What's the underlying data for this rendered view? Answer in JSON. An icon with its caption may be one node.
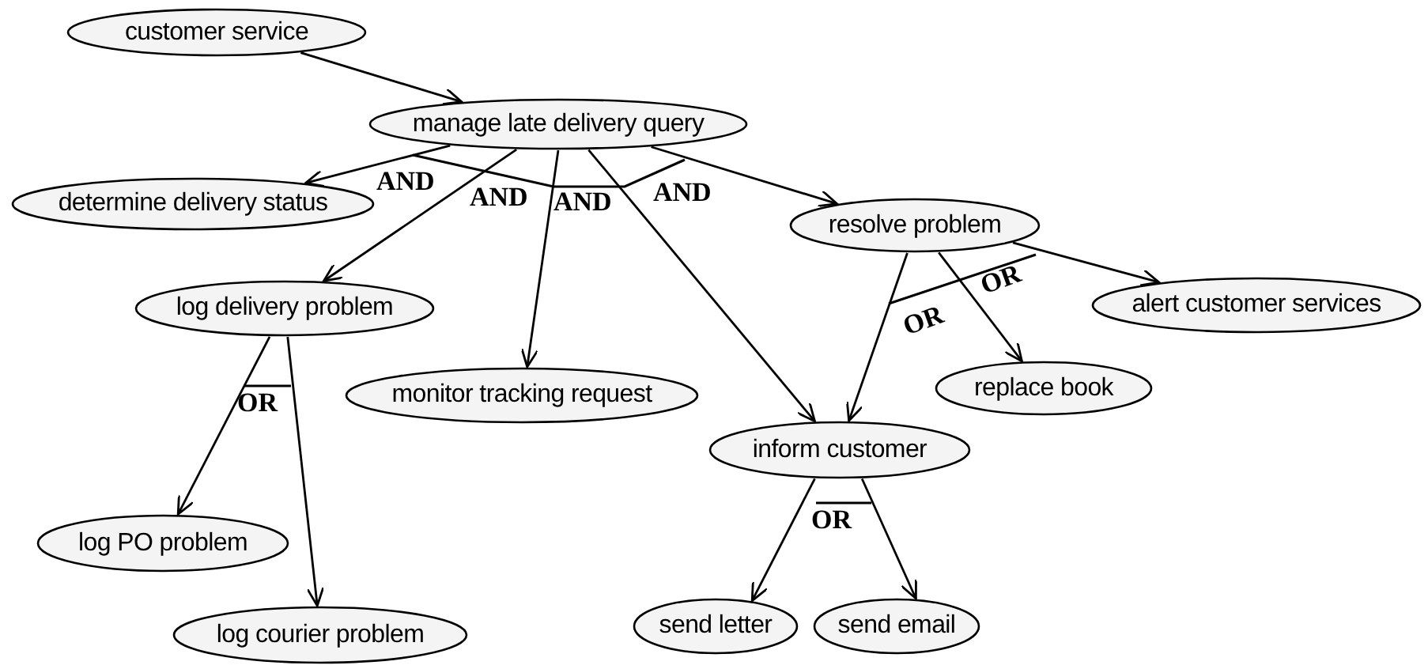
{
  "diagram": {
    "nodes": [
      {
        "text": [
          "customer service"
        ]
      },
      {
        "text": [
          "manage late delivery query"
        ]
      },
      {
        "text": [
          "determine delivery status"
        ]
      },
      {
        "text": [
          "log delivery problem"
        ]
      },
      {
        "text": [
          "monitor tracking request"
        ]
      },
      {
        "text": [
          "resolve problem"
        ]
      },
      {
        "text": [
          "alert customer services"
        ]
      },
      {
        "text": [
          "replace book"
        ]
      },
      {
        "text": [
          "inform customer"
        ]
      },
      {
        "text": [
          "log PO problem"
        ]
      },
      {
        "text": [
          "log courier problem"
        ]
      },
      {
        "text": [
          "send letter"
        ]
      },
      {
        "text": [
          "send email"
        ]
      }
    ],
    "edges": [
      {
        "from": 0,
        "to": 1,
        "arrow": "to"
      },
      {
        "from": 1,
        "to": 2,
        "arrow": "to"
      },
      {
        "from": 1,
        "to": 3,
        "arrow": "to"
      },
      {
        "from": 1,
        "to": 4,
        "arrow": "to"
      },
      {
        "from": 1,
        "to": 8,
        "arrow": "to"
      },
      {
        "from": 1,
        "to": 5,
        "arrow": "to"
      },
      {
        "from": 5,
        "to": 8,
        "arrow": "to"
      },
      {
        "from": 5,
        "to": 7,
        "arrow": "to"
      },
      {
        "from": 5,
        "to": 6,
        "arrow": "to"
      },
      {
        "from": 3,
        "to": 9,
        "arrow": "to"
      },
      {
        "from": 3,
        "to": 10,
        "arrow": "to"
      },
      {
        "from": 8,
        "to": 11,
        "arrow": "to"
      },
      {
        "from": 8,
        "to": 12,
        "arrow": "to"
      }
    ],
    "labels": [
      "AND",
      "AND",
      "AND",
      "AND",
      "OR",
      "OR",
      "OR",
      "OR"
    ]
  }
}
